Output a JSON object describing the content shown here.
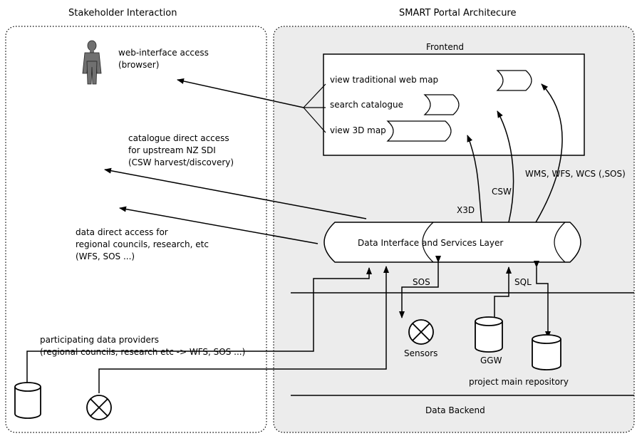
{
  "titles": {
    "left": "Stakeholder Interaction",
    "right": "SMART Portal Architecure"
  },
  "stakeholder": {
    "web_access": [
      "web-interface access",
      "(browser)"
    ],
    "catalogue_access": [
      "catalogue direct access",
      "for upstream NZ SDI",
      "(CSW harvest/discovery)"
    ],
    "data_access": [
      "data direct access for",
      "regional councils, research, etc",
      "(WFS, SOS ...)"
    ],
    "providers": [
      "participating data providers",
      "(regional councils, research etc -> WFS, SOS ...)"
    ]
  },
  "frontend": {
    "title": "Frontend",
    "items": [
      "view traditional web map",
      "search catalogue",
      "view 3D map"
    ]
  },
  "services": {
    "layer_label": "Data Interface and Services Layer",
    "up_labels": [
      "X3D",
      "CSW",
      "WMS, WFS, WCS (,SOS)"
    ]
  },
  "backend": {
    "title": "Data Backend",
    "sos_label": "SOS",
    "sql_label": "SQL",
    "sensors_label": "Sensors",
    "ggw_label": "GGW",
    "repo_label": "project main repository"
  }
}
